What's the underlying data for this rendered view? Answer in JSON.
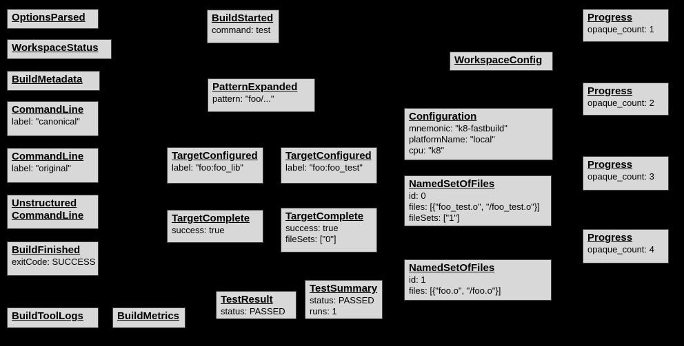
{
  "diagram": {
    "background_color": "#000000",
    "box_fill_color": "#d8d8d8",
    "box_border_color": "#424242",
    "text_color": "#000000"
  },
  "boxes": [
    {
      "title": "OptionsParsed",
      "lines": []
    },
    {
      "title": "WorkspaceStatus",
      "lines": []
    },
    {
      "title": "BuildMetadata",
      "lines": []
    },
    {
      "title": "CommandLine",
      "lines": [
        "label: \"canonical\""
      ]
    },
    {
      "title": "CommandLine",
      "lines": [
        "label: \"original\""
      ]
    },
    {
      "title": "Unstructured CommandLine",
      "lines": []
    },
    {
      "title": "BuildFinished",
      "lines": [
        "exitCode: SUCCESS"
      ]
    },
    {
      "title": "BuildToolLogs",
      "lines": []
    },
    {
      "title": "BuildMetrics",
      "lines": []
    },
    {
      "title": "BuildStarted",
      "lines": [
        "command: test"
      ]
    },
    {
      "title": "PatternExpanded",
      "lines": [
        "pattern: \"foo/...\""
      ]
    },
    {
      "title": "TargetConfigured",
      "lines": [
        "label: \"foo:foo_lib\""
      ]
    },
    {
      "title": "TargetConfigured",
      "lines": [
        "label: \"foo:foo_test\""
      ]
    },
    {
      "title": "TargetComplete",
      "lines": [
        "success: true"
      ]
    },
    {
      "title": "TargetComplete",
      "lines": [
        "success: true",
        "fileSets: [\"0\"]"
      ]
    },
    {
      "title": "TestResult",
      "lines": [
        "status: PASSED"
      ]
    },
    {
      "title": "TestSummary",
      "lines": [
        "status: PASSED",
        "runs: 1"
      ]
    },
    {
      "title": "WorkspaceConfig",
      "lines": []
    },
    {
      "title": "Configuration",
      "lines": [
        "mnemonic: \"k8-fastbuild\"",
        "platformName: \"local\"",
        "cpu: \"k8\""
      ]
    },
    {
      "title": "NamedSetOfFiles",
      "lines": [
        "id: 0",
        "files: [{\"foo_test.o\", \"/foo_test.o\"}]",
        "fileSets: [\"1\"]"
      ]
    },
    {
      "title": "NamedSetOfFiles",
      "lines": [
        "id: 1",
        "files: [{\"foo.o\", \"/foo.o\"}]"
      ]
    },
    {
      "title": "Progress",
      "lines": [
        "opaque_count: 1"
      ]
    },
    {
      "title": "Progress",
      "lines": [
        "opaque_count: 2"
      ]
    },
    {
      "title": "Progress",
      "lines": [
        "opaque_count: 3"
      ]
    },
    {
      "title": "Progress",
      "lines": [
        "opaque_count: 4"
      ]
    }
  ]
}
